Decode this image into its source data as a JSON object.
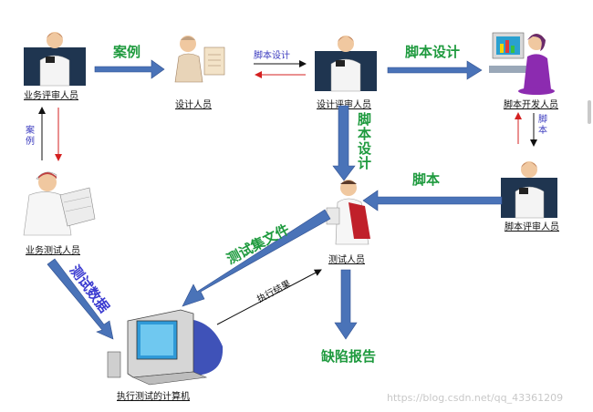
{
  "nodes": {
    "biz_reviewer": "业务评审人员",
    "designer": "设计人员",
    "design_reviewer": "设计评审人员",
    "script_dev": "脚本开发人员",
    "biz_tester": "业务测试人员",
    "tester": "测试人员",
    "script_reviewer": "脚本评审人员",
    "computer": "执行测试的计算机"
  },
  "labels": {
    "case_big": "案例",
    "script_design_small": "脚本设计",
    "script_design_big": "脚本设计",
    "case_small_v1": "案",
    "case_small_v2": "例",
    "script_small_v1": "脚",
    "script_small_v2": "本",
    "vert_script_design": [
      "脚",
      "本",
      "设",
      "计"
    ],
    "script_big": "脚本",
    "test_set_file": "测试集文件",
    "test_data": "测试数据",
    "exec_result": "执行结果",
    "defect_report": "缺陷报告"
  },
  "watermark": "https://blog.csdn.net/qq_43361209",
  "colors": {
    "arrow_blue": "#4a73b8",
    "green": "#1e9a3e",
    "red": "#d42020",
    "dark_blue_panel": "#1f3550"
  }
}
